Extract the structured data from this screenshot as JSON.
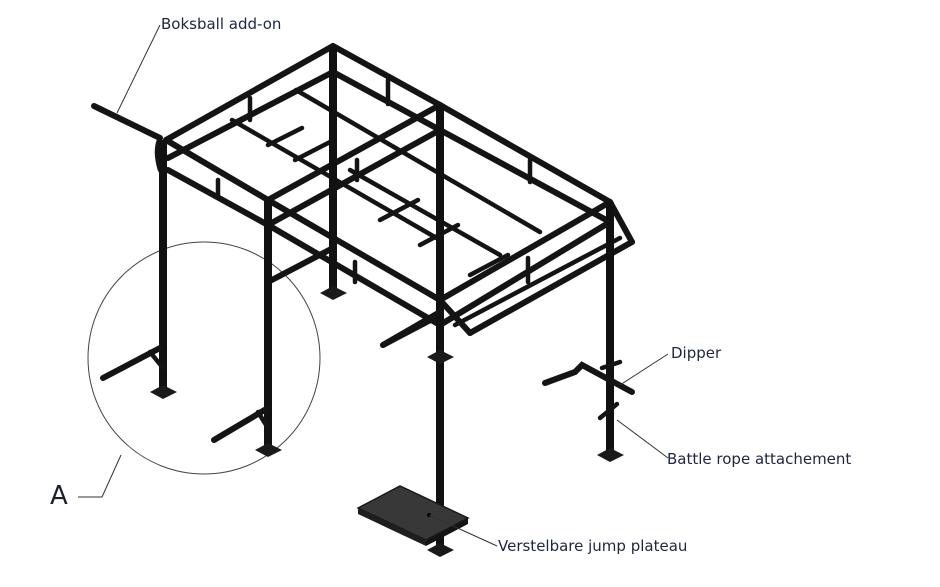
{
  "diagram": {
    "title": "Rig frame with add-ons (isometric technical drawing)",
    "callouts": [
      {
        "id": "boksball",
        "label": "Boksball add-on"
      },
      {
        "id": "dipper",
        "label": "Dipper"
      },
      {
        "id": "battle-rope",
        "label": "Battle rope attachement"
      },
      {
        "id": "jump-plateau",
        "label": "Verstelbare jump plateau"
      }
    ],
    "detail_marker": {
      "label": "A"
    }
  },
  "colors": {
    "frame": "#141414",
    "plateau": "#3a3a3a",
    "label_text": "#1c2640",
    "leader_line": "#333333"
  }
}
